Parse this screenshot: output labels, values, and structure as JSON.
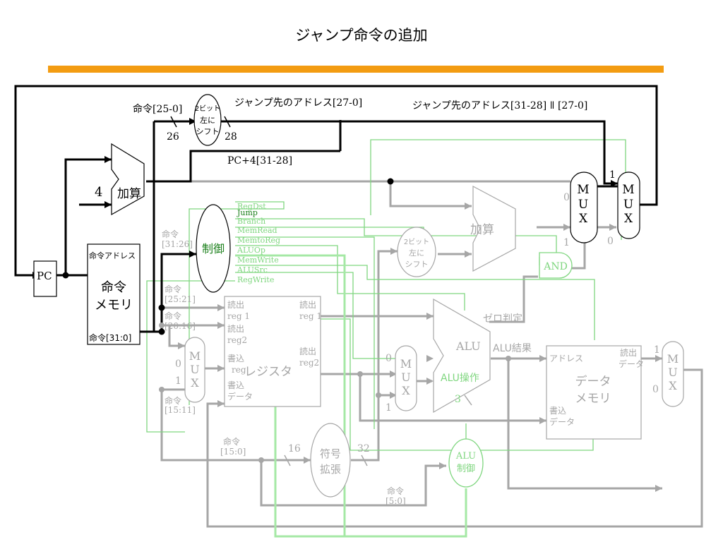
{
  "title": "ジャンプ命令の追加",
  "colors": {
    "accent_bar": "#f39c12",
    "active": "#000000",
    "inactive": "#a6a6a6",
    "control": "#7fd67f",
    "control_text": "#1a7f1a"
  },
  "labels": {
    "instr_25_0": "命令[25-0]",
    "shift2_top": "2ビット",
    "shift2_mid": "左に",
    "shift2_bot": "シフト",
    "bits26": "26",
    "bits28": "28",
    "jump_addr_27": "ジャンプ先のアドレス[27-0]",
    "jump_addr_31": "ジャンプ先のアドレス[31-28] ǁ [27-0]",
    "pc4_31_28": "PC+4[31-28]",
    "const4": "4",
    "adder": "加算",
    "pc": "PC",
    "imem_addr": "命令アドレス",
    "imem_name1": "命令",
    "imem_name2": "メモリ",
    "imem_out": "命令[31:0]",
    "ctrl_in": "命令",
    "ctrl_in_bits": "[31:26]",
    "control": "制御",
    "sig_regdst": "RegDst",
    "sig_jump": "Jump",
    "sig_branch": "Branch",
    "sig_memread": "MemRead",
    "sig_memtoreg": "MemtoReg",
    "sig_aluop": "ALUOp",
    "sig_memwrite": "MemWrite",
    "sig_alusrc": "ALUSrc",
    "sig_regwrite": "RegWrite",
    "mux_m": "M",
    "mux_u": "U",
    "mux_x": "X",
    "one": "1",
    "zero": "0",
    "adder2": "加算",
    "shift2b_top": "2ビット",
    "shift2b_mid": "左に",
    "shift2b_bot": "シフト",
    "and": "AND",
    "instr": "命令",
    "bits_25_21": "[25:21]",
    "bits_20_16": "[20:16]",
    "bits_15_11": "[15:11]",
    "rf_read": "読出",
    "rf_reg1": "reg 1",
    "rf_reg2": "reg2",
    "rf_write": "書込",
    "rf_reg": "reg",
    "rf_data": "データ",
    "rf_name": "レジスタ",
    "rf_out_read": "読出",
    "rf_out_reg1": "reg 1",
    "rf_out_reg2": "reg2",
    "zero_det": "ゼロ判定",
    "alu": "ALU",
    "alu_result": "ALU結果",
    "alu_op": "ALU操作",
    "three": "3",
    "dm_addr": "アドレス",
    "dm_read": "読出",
    "dm_data": "データ",
    "dm_name1": "データ",
    "dm_name2": "メモリ",
    "dm_write": "書込",
    "dm_wdata": "データ",
    "bits_15_0": "[15:0]",
    "sixteen": "16",
    "thirtytwo": "32",
    "sext1": "符号",
    "sext2": "拡張",
    "bits_5_0": "[5:0]",
    "aluctl1": "ALU",
    "aluctl2": "制御"
  }
}
